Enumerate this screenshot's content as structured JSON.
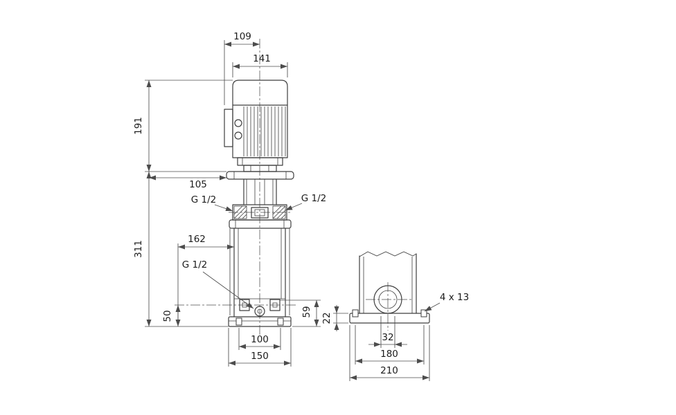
{
  "colors": {
    "background": "#ffffff",
    "line": "#3e3e3e",
    "dimension_line": "#4d4d4d",
    "text": "#1b1b1b"
  },
  "front_view": {
    "dim_109": "109",
    "dim_141": "141",
    "dim_191": "191",
    "dim_105": "105",
    "dim_311": "311",
    "dim_162": "162",
    "dim_50": "50",
    "dim_59": "59",
    "dim_100": "100",
    "dim_150": "150",
    "port_label_left": "G 1/2",
    "port_label_right": "G 1/2",
    "port_label_drain": "G 1/2"
  },
  "side_view": {
    "dim_22": "22",
    "dim_holes": "4 x 13",
    "dim_32": "32",
    "dim_180": "180",
    "dim_210": "210"
  }
}
